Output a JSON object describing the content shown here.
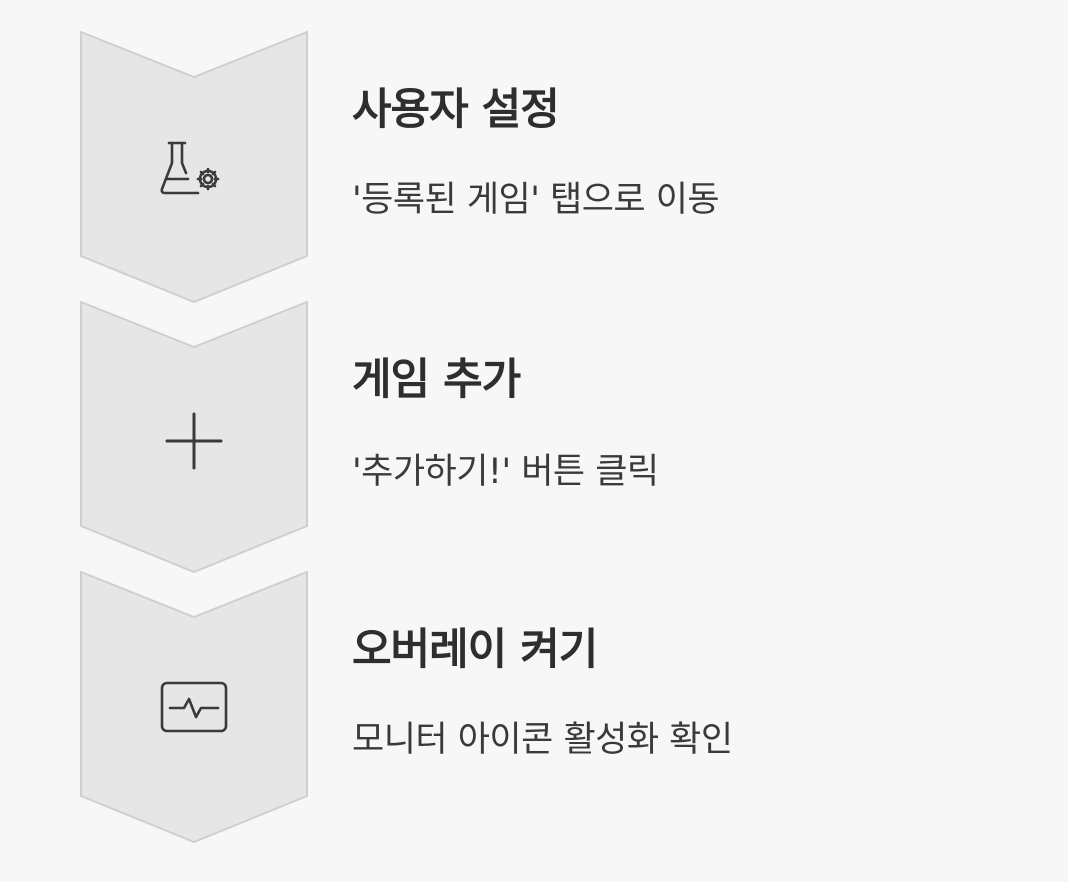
{
  "steps": [
    {
      "icon": "flask-gear-icon",
      "title": "사용자 설정",
      "description": "'등록된 게임' 탭으로 이동"
    },
    {
      "icon": "plus-icon",
      "title": "게임 추가",
      "description": "'추가하기!' 버튼 클릭"
    },
    {
      "icon": "monitor-pulse-icon",
      "title": "오버레이 켜기",
      "description": "모니터 아이콘 활성화 확인"
    }
  ],
  "colors": {
    "background": "#f7f7f7",
    "chevron_fill": "#e6e6e6",
    "chevron_stroke": "#cfcfcf",
    "icon_stroke": "#3a3a3a",
    "title_text": "#2e2e2e",
    "description_text": "#3a3a3a"
  }
}
